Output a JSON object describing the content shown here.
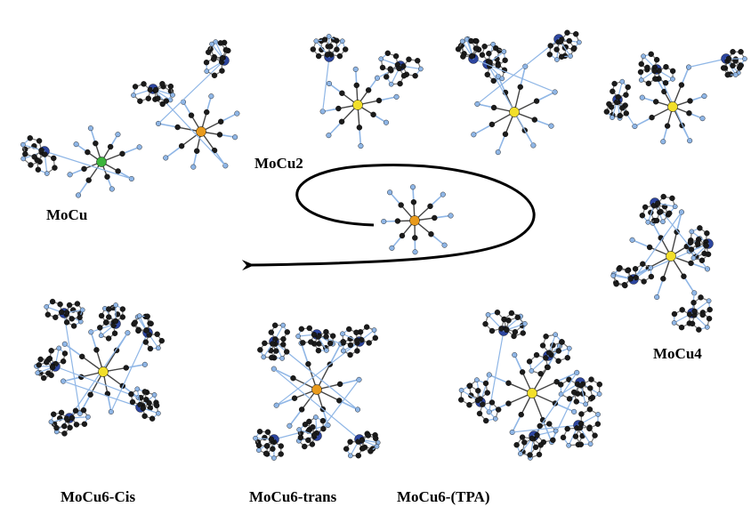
{
  "figure": {
    "labels": {
      "mocu": "MoCu",
      "mocu2": "MoCu2",
      "mocu4": "MoCu4",
      "mocu6_cis": "MoCu6-Cis",
      "mocu6_trans": "MoCu6-trans",
      "mocu6_tpa": "MoCu6-(TPA)"
    },
    "colors": {
      "carbon": "#1b1b1b",
      "nitrogen": "#8fb6e6",
      "copper": "#2d46a0",
      "molybdenum": "#e89a1c",
      "molybdenum_alt": "#f2df2a",
      "central_green": "#3cb43c",
      "bond": "#777777",
      "arrow": "#000000"
    }
  }
}
